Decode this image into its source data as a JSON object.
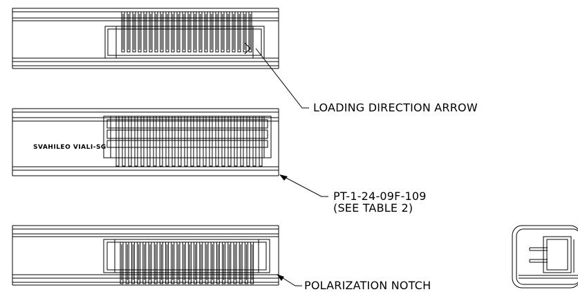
{
  "callouts": {
    "loading_direction": "LOADING DIRECTION ARROW",
    "part_number": "PT-1-24-09F-109",
    "see_table": "(SEE TABLE 2)",
    "polarization": "POLARIZATION NOTCH"
  },
  "side_view_text": "SVAHILEO VIALI-SG",
  "pin_count": 24,
  "colors": {
    "ink": "#000000",
    "paper": "#ffffff"
  }
}
